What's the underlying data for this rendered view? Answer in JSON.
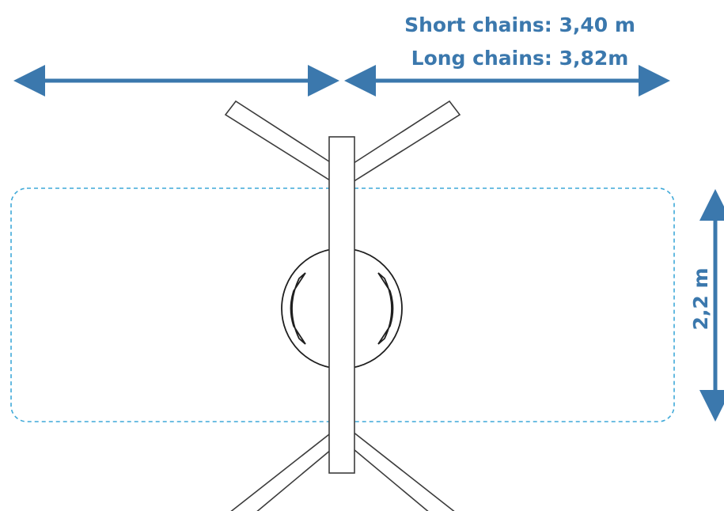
{
  "labels": {
    "short_chains": "Short chains: 3,40 m",
    "long_chains": "Long chains: 3,82m",
    "height": "2,2 m"
  },
  "colors": {
    "dimension": "#3b78ad",
    "outline": "#3c3c3c",
    "dashed_zone": "#3fa9d8"
  }
}
